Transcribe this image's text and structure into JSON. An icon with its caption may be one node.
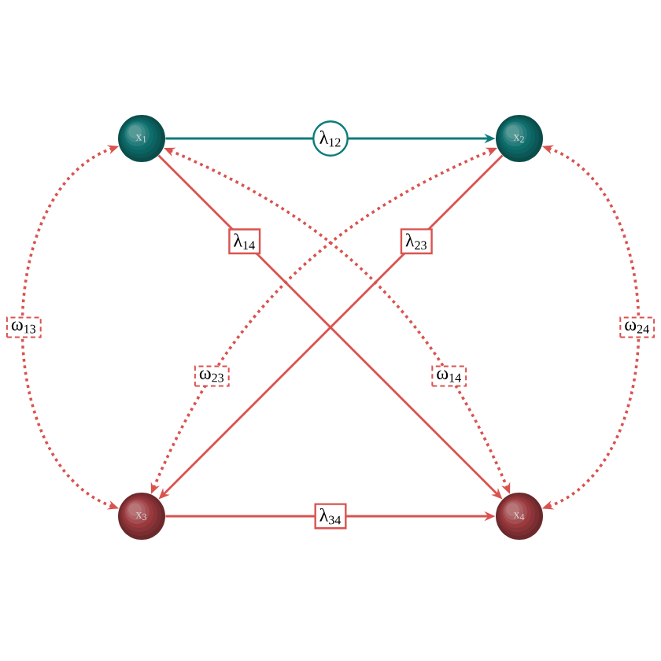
{
  "diagram": {
    "nodes": [
      {
        "text": [
          "x$_{1}$"
        ]
      },
      {
        "text": [
          "x$_{2}$"
        ]
      },
      {
        "text": [
          "x$_{3}$"
        ]
      },
      {
        "text": [
          "x$_{4}$"
        ]
      }
    ],
    "edges": [
      {
        "from": 0,
        "to": 1,
        "arrow": "to",
        "label": "λ$_{12}$",
        "color": "#0e7c7b"
      },
      {
        "from": 0,
        "to": 3,
        "arrow": "to",
        "label": "λ$_{14}$"
      },
      {
        "from": 1,
        "to": 2,
        "arrow": "to",
        "label": "λ$_{23}$"
      },
      {
        "from": 2,
        "to": 3,
        "arrow": "to",
        "label": "λ$_{34}$"
      },
      {
        "from": 0,
        "to": 2,
        "arrow": "both",
        "label": "ω$_{13}$",
        "style": "dashed"
      },
      {
        "from": 1,
        "to": 3,
        "arrow": "both",
        "label": "ω$_{24}$",
        "style": "dashed"
      },
      {
        "from": 2,
        "to": 1,
        "arrow": "both",
        "label": "ω$_{23}$",
        "style": "dashed"
      },
      {
        "from": 0,
        "to": 3,
        "arrow": "both",
        "label": "ω$_{14}$",
        "style": "dashed"
      }
    ]
  }
}
